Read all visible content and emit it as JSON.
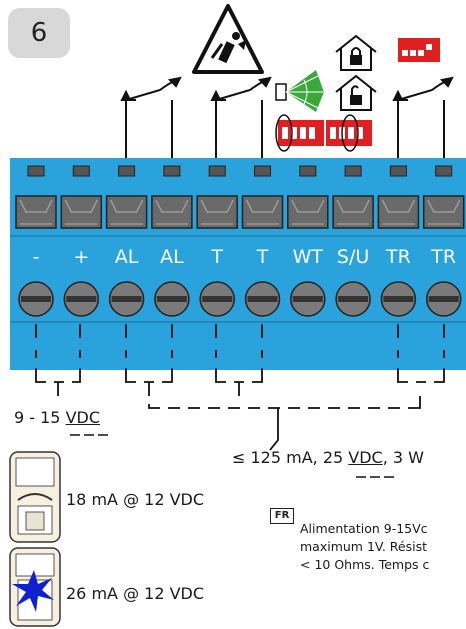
{
  "step_number": "6",
  "terminals": [
    "-",
    "+",
    "AL",
    "AL",
    "T",
    "T",
    "WT",
    "S/U",
    "TR",
    "TR"
  ],
  "supply": {
    "range_text": "9 - 15 ",
    "unit": "VDC"
  },
  "relay_rating": {
    "prefix": "≤ 125 mA, 25 ",
    "unit": "VDC",
    "suffix": ", 3 W"
  },
  "detectors": [
    {
      "current": "18 mA @ 12 VDC"
    },
    {
      "current": "26 mA @ 12 VDC"
    }
  ],
  "french_note": {
    "tag": "FR",
    "lines": [
      "Alimentation 9-15Vc",
      "maximum 1V. Résist",
      "< 10 Ohms. Temps c"
    ]
  },
  "colors": {
    "board": "#2aa3dc",
    "board_dark": "#1c7fb0",
    "switch_red": "#e02020",
    "alarm_blue": "#1020d0"
  },
  "icons": [
    "warning-triangle-icon",
    "lock-closed-house-icon",
    "lock-open-house-icon",
    "dip-switch-icon",
    "sensor-range-icon"
  ]
}
